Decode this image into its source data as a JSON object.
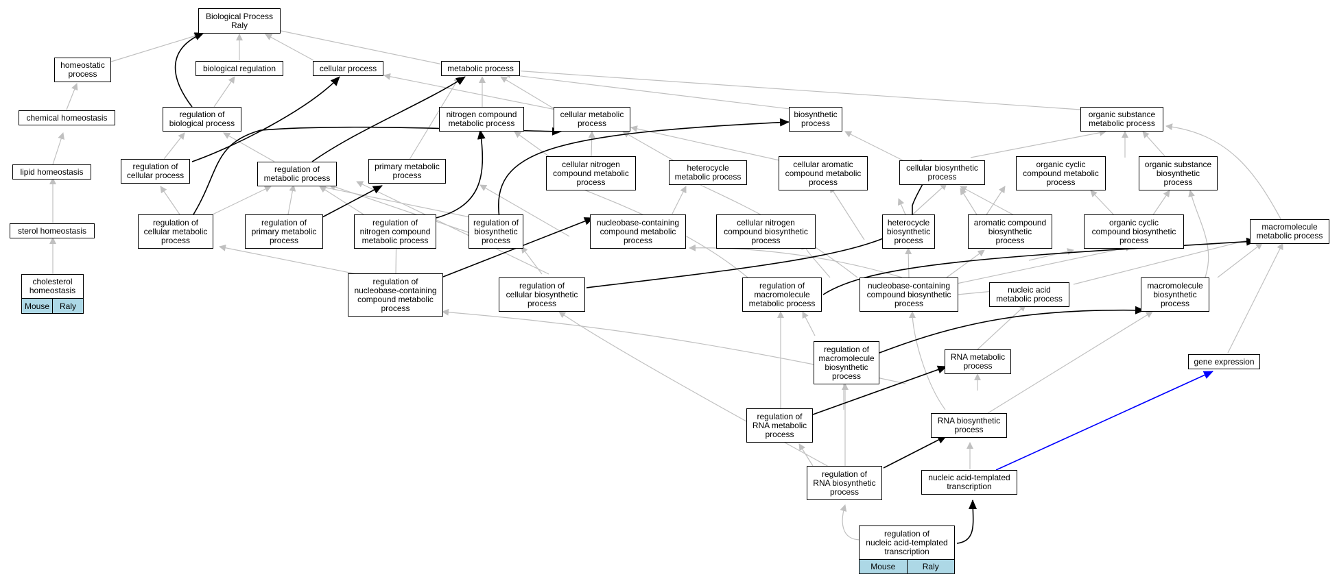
{
  "nodes": {
    "bp_raly": "Biological Process\nRaly",
    "homeostatic": "homeostatic\nprocess",
    "bio_reg": "biological regulation",
    "cellular_process": "cellular process",
    "metabolic_process": "metabolic process",
    "chemical_homeostasis": "chemical homeostasis",
    "reg_bio_process": "regulation of\nbiological process",
    "nitrogen_met": "nitrogen compound\nmetabolic process",
    "cellular_met": "cellular metabolic\nprocess",
    "biosynthetic": "biosynthetic\nprocess",
    "org_sub_met": "organic substance\nmetabolic process",
    "lipid_homeostasis": "lipid homeostasis",
    "reg_cellular_process": "regulation of\ncellular process",
    "reg_met_process": "regulation of\nmetabolic process",
    "primary_met": "primary metabolic\nprocess",
    "cell_nitrogen_met": "cellular nitrogen\ncompound metabolic\nprocess",
    "heterocycle_met": "heterocycle\nmetabolic process",
    "cell_aromatic_met": "cellular aromatic\ncompound metabolic\nprocess",
    "cell_biosynth": "cellular biosynthetic\nprocess",
    "org_cyclic_met": "organic cyclic\ncompound metabolic\nprocess",
    "org_sub_biosynth": "organic substance\nbiosynthetic\nprocess",
    "sterol_homeostasis": "sterol homeostasis",
    "reg_cell_met": "regulation of\ncellular metabolic\nprocess",
    "reg_primary_met": "regulation of\nprimary metabolic\nprocess",
    "reg_nitrogen_met": "regulation of\nnitrogen compound\nmetabolic process",
    "reg_biosynth": "regulation of\nbiosynthetic\nprocess",
    "nucleobase_met": "nucleobase-containing\ncompound metabolic\nprocess",
    "cell_nitrogen_biosynth": "cellular nitrogen\ncompound biosynthetic\nprocess",
    "heterocycle_biosynth": "heterocycle\nbiosynthetic\nprocess",
    "aromatic_biosynth": "aromatic compound\nbiosynthetic\nprocess",
    "org_cyclic_biosynth": "organic cyclic\ncompound biosynthetic\nprocess",
    "macromolecule_met": "macromolecule\nmetabolic process",
    "cholesterol_homeostasis": "cholesterol\nhomeostasis",
    "reg_nucleobase_met": "regulation of\nnucleobase-containing\ncompound metabolic\nprocess",
    "reg_cell_biosynth": "regulation of\ncellular biosynthetic\nprocess",
    "reg_macro_met": "regulation of\nmacromolecule\nmetabolic process",
    "nucleobase_biosynth": "nucleobase-containing\ncompound biosynthetic\nprocess",
    "nucleic_acid_met": "nucleic acid\nmetabolic process",
    "macromolecule_biosynth": "macromolecule\nbiosynthetic\nprocess",
    "reg_macro_biosynth": "regulation of\nmacromolecule\nbiosynthetic\nprocess",
    "rna_met": "RNA metabolic\nprocess",
    "gene_expression": "gene expression",
    "reg_rna_met": "regulation of\nRNA metabolic\nprocess",
    "rna_biosynth": "RNA biosynthetic\nprocess",
    "reg_rna_biosynth": "regulation of\nRNA biosynthetic\nprocess",
    "na_templated_transcription": "nucleic acid-templated\ntranscription",
    "reg_na_templated_transcription": "regulation of\nnucleic acid-templated\ntranscription"
  },
  "tags": {
    "cholesterol": [
      "Mouse",
      "Raly"
    ],
    "reg_na_templated": [
      "Mouse",
      "Raly"
    ]
  },
  "colors": {
    "gray_edge": "#c0c0c0",
    "black_edge": "#000000",
    "blue_edge": "#0000ff",
    "tag_fill": "#add8e6"
  }
}
